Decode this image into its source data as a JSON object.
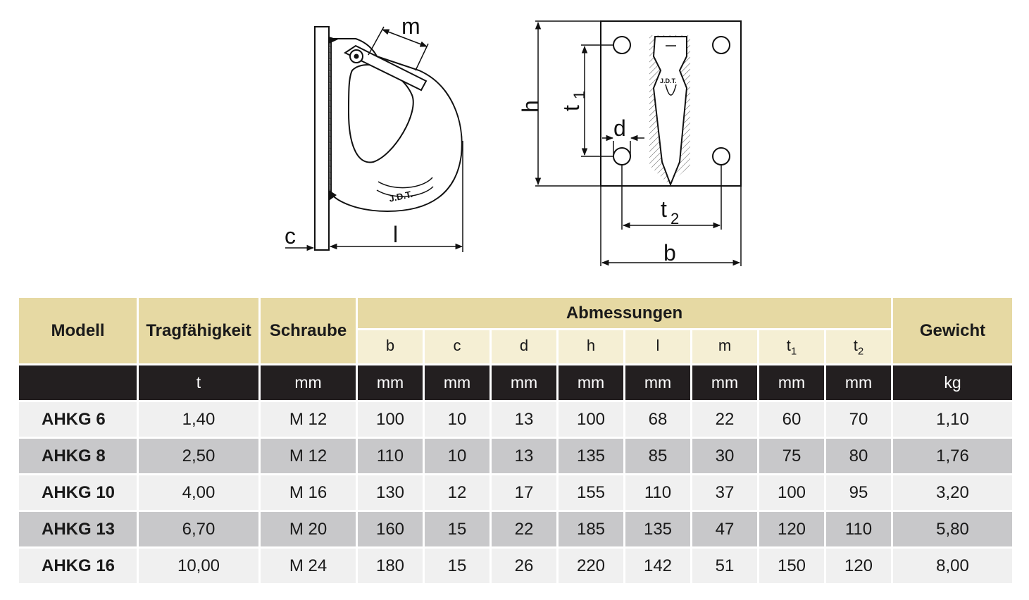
{
  "drawing": {
    "left_labels": {
      "m": "m",
      "c": "c",
      "l": "l",
      "brand": "J.D.T."
    },
    "right_labels": {
      "h": "h",
      "t1_main": "t",
      "t1_sub": "1",
      "d": "d",
      "t2_main": "t",
      "t2_sub": "2",
      "b": "b",
      "brand": "J.D.T."
    }
  },
  "table": {
    "headers": {
      "modell": "Modell",
      "tragfaehigkeit": "Tragfähigkeit",
      "schraube": "Schraube",
      "abmessungen": "Abmessungen",
      "gewicht": "Gewicht",
      "dims": [
        {
          "main": "b",
          "sub": ""
        },
        {
          "main": "c",
          "sub": ""
        },
        {
          "main": "d",
          "sub": ""
        },
        {
          "main": "h",
          "sub": ""
        },
        {
          "main": "l",
          "sub": ""
        },
        {
          "main": "m",
          "sub": ""
        },
        {
          "main": "t",
          "sub": "1"
        },
        {
          "main": "t",
          "sub": "2"
        }
      ]
    },
    "units": [
      "",
      "t",
      "mm",
      "mm",
      "mm",
      "mm",
      "mm",
      "mm",
      "mm",
      "mm",
      "mm",
      "kg"
    ],
    "rows": [
      [
        "AHKG 6",
        "1,40",
        "M 12",
        "100",
        "10",
        "13",
        "100",
        "68",
        "22",
        "60",
        "70",
        "1,10"
      ],
      [
        "AHKG 8",
        "2,50",
        "M 12",
        "110",
        "10",
        "13",
        "135",
        "85",
        "30",
        "75",
        "80",
        "1,76"
      ],
      [
        "AHKG 10",
        "4,00",
        "M 16",
        "130",
        "12",
        "17",
        "155",
        "110",
        "37",
        "100",
        "95",
        "3,20"
      ],
      [
        "AHKG 13",
        "6,70",
        "M 20",
        "160",
        "15",
        "22",
        "185",
        "135",
        "47",
        "120",
        "110",
        "5,80"
      ],
      [
        "AHKG 16",
        "10,00",
        "M 24",
        "180",
        "15",
        "26",
        "220",
        "142",
        "51",
        "150",
        "120",
        "8,00"
      ]
    ]
  }
}
